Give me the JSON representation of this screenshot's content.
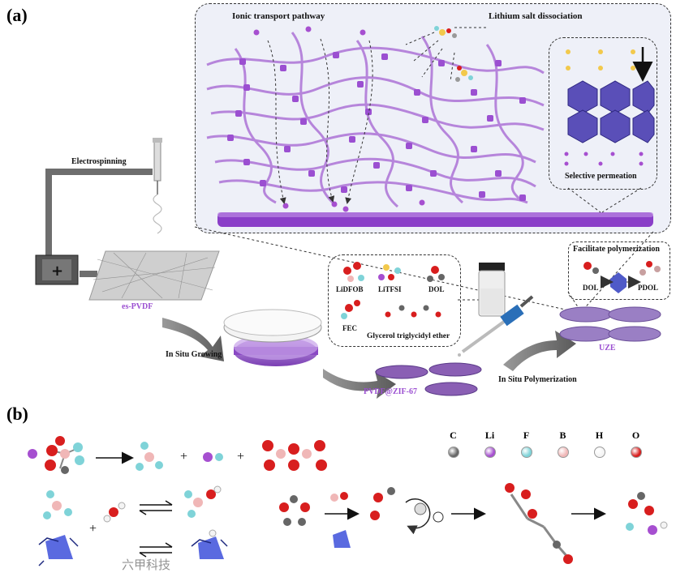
{
  "panel_a": {
    "letter": "(a)",
    "labels": {
      "ionic_transport": "Ionic transport pathway",
      "lithium_salt": "Lithium salt dissociation",
      "selective_permeation": "Selective permeation",
      "electrospinning": "Electrospinning",
      "es_pvdf": "es-PVDF",
      "in_situ_growing": "In Situ Growing",
      "pvdf_zif": "PVDF@ZIF-67",
      "in_situ_polymerization": "In Situ Polymerization",
      "facilitate": "Facilitate polymerization",
      "dol_small": "DOL",
      "pdol": "PDOL",
      "uze": "UZE",
      "lidfob": "LiDFOB",
      "litfsi": "LiTFSI",
      "dol": "DOL",
      "fec": "FEC",
      "glycerol": "Glycerol triglycidyl ether"
    }
  },
  "panel_b": {
    "letter": "(b)",
    "legend": [
      "C",
      "Li",
      "F",
      "B",
      "H",
      "O"
    ],
    "legend_colors": [
      "#666666",
      "#a64fd0",
      "#7fd3d8",
      "#f0b7b7",
      "#f4f4f4",
      "#d81e1e"
    ],
    "plus1": "+",
    "plus2": "+",
    "plus3": "+"
  },
  "watermark": "六甲科技"
}
